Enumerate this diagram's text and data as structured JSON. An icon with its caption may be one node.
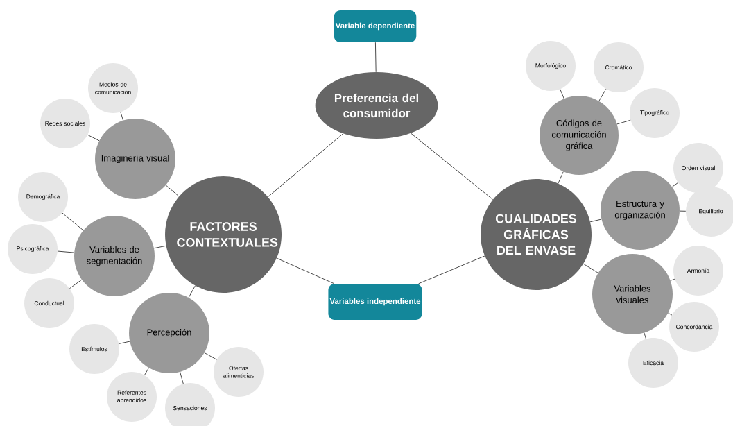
{
  "diagram": {
    "nodes": [
      {
        "text": [
          "Variable dependiente"
        ]
      },
      {
        "text": [
          "Preferencia del consumidor"
        ]
      },
      {
        "text": [
          "FACTORES CONTEXTUALES"
        ]
      },
      {
        "text": [
          "CUALIDADES GRÁFICAS DEL ENVASE"
        ]
      },
      {
        "text": [
          "Variables independiente"
        ]
      },
      {
        "text": [
          "Imaginería visual"
        ]
      },
      {
        "text": [
          "Medios de comunicación"
        ]
      },
      {
        "text": [
          "Redes sociales"
        ]
      },
      {
        "text": [
          "Variables de segmentación"
        ]
      },
      {
        "text": [
          "Demográfica"
        ]
      },
      {
        "text": [
          "Psicográfica"
        ]
      },
      {
        "text": [
          "Conductual"
        ]
      },
      {
        "text": [
          "Percepción"
        ]
      },
      {
        "text": [
          "Estímulos"
        ]
      },
      {
        "text": [
          "Referentes aprendidos"
        ]
      },
      {
        "text": [
          "Sensaciones"
        ]
      },
      {
        "text": [
          "Ofertas alimenticias"
        ]
      },
      {
        "text": [
          "Códigos de comunicación gráfica"
        ]
      },
      {
        "text": [
          "Morfológico"
        ]
      },
      {
        "text": [
          "Cromático"
        ]
      },
      {
        "text": [
          "Tipográfico"
        ]
      },
      {
        "text": [
          "Estructura y organización"
        ]
      },
      {
        "text": [
          "Orden visual"
        ]
      },
      {
        "text": [
          "Equilibrio"
        ]
      },
      {
        "text": [
          "Variables visuales"
        ]
      },
      {
        "text": [
          "Armonía"
        ]
      },
      {
        "text": [
          "Concordancia"
        ]
      },
      {
        "text": [
          "Eficacia"
        ]
      }
    ],
    "edges": [
      {
        "from": 0,
        "to": 1,
        "arrow": "none"
      },
      {
        "from": 1,
        "to": 2,
        "arrow": "none"
      },
      {
        "from": 1,
        "to": 3,
        "arrow": "none"
      },
      {
        "from": 2,
        "to": 4,
        "arrow": "none"
      },
      {
        "from": 4,
        "to": 3,
        "arrow": "none"
      },
      {
        "from": 2,
        "to": 5,
        "arrow": "none"
      },
      {
        "from": 5,
        "to": 6,
        "arrow": "none"
      },
      {
        "from": 5,
        "to": 7,
        "arrow": "none"
      },
      {
        "from": 2,
        "to": 8,
        "arrow": "none"
      },
      {
        "from": 8,
        "to": 9,
        "arrow": "none"
      },
      {
        "from": 8,
        "to": 10,
        "arrow": "none"
      },
      {
        "from": 8,
        "to": 11,
        "arrow": "none"
      },
      {
        "from": 2,
        "to": 12,
        "arrow": "none"
      },
      {
        "from": 12,
        "to": 13,
        "arrow": "none"
      },
      {
        "from": 12,
        "to": 14,
        "arrow": "none"
      },
      {
        "from": 12,
        "to": 15,
        "arrow": "none"
      },
      {
        "from": 12,
        "to": 16,
        "arrow": "none"
      },
      {
        "from": 3,
        "to": 17,
        "arrow": "none"
      },
      {
        "from": 17,
        "to": 18,
        "arrow": "none"
      },
      {
        "from": 17,
        "to": 19,
        "arrow": "none"
      },
      {
        "from": 17,
        "to": 20,
        "arrow": "none"
      },
      {
        "from": 3,
        "to": 21,
        "arrow": "none"
      },
      {
        "from": 21,
        "to": 22,
        "arrow": "none"
      },
      {
        "from": 21,
        "to": 23,
        "arrow": "none"
      },
      {
        "from": 3,
        "to": 24,
        "arrow": "none"
      },
      {
        "from": 24,
        "to": 25,
        "arrow": "none"
      },
      {
        "from": 24,
        "to": 26,
        "arrow": "none"
      },
      {
        "from": 24,
        "to": 27,
        "arrow": "none"
      }
    ]
  }
}
